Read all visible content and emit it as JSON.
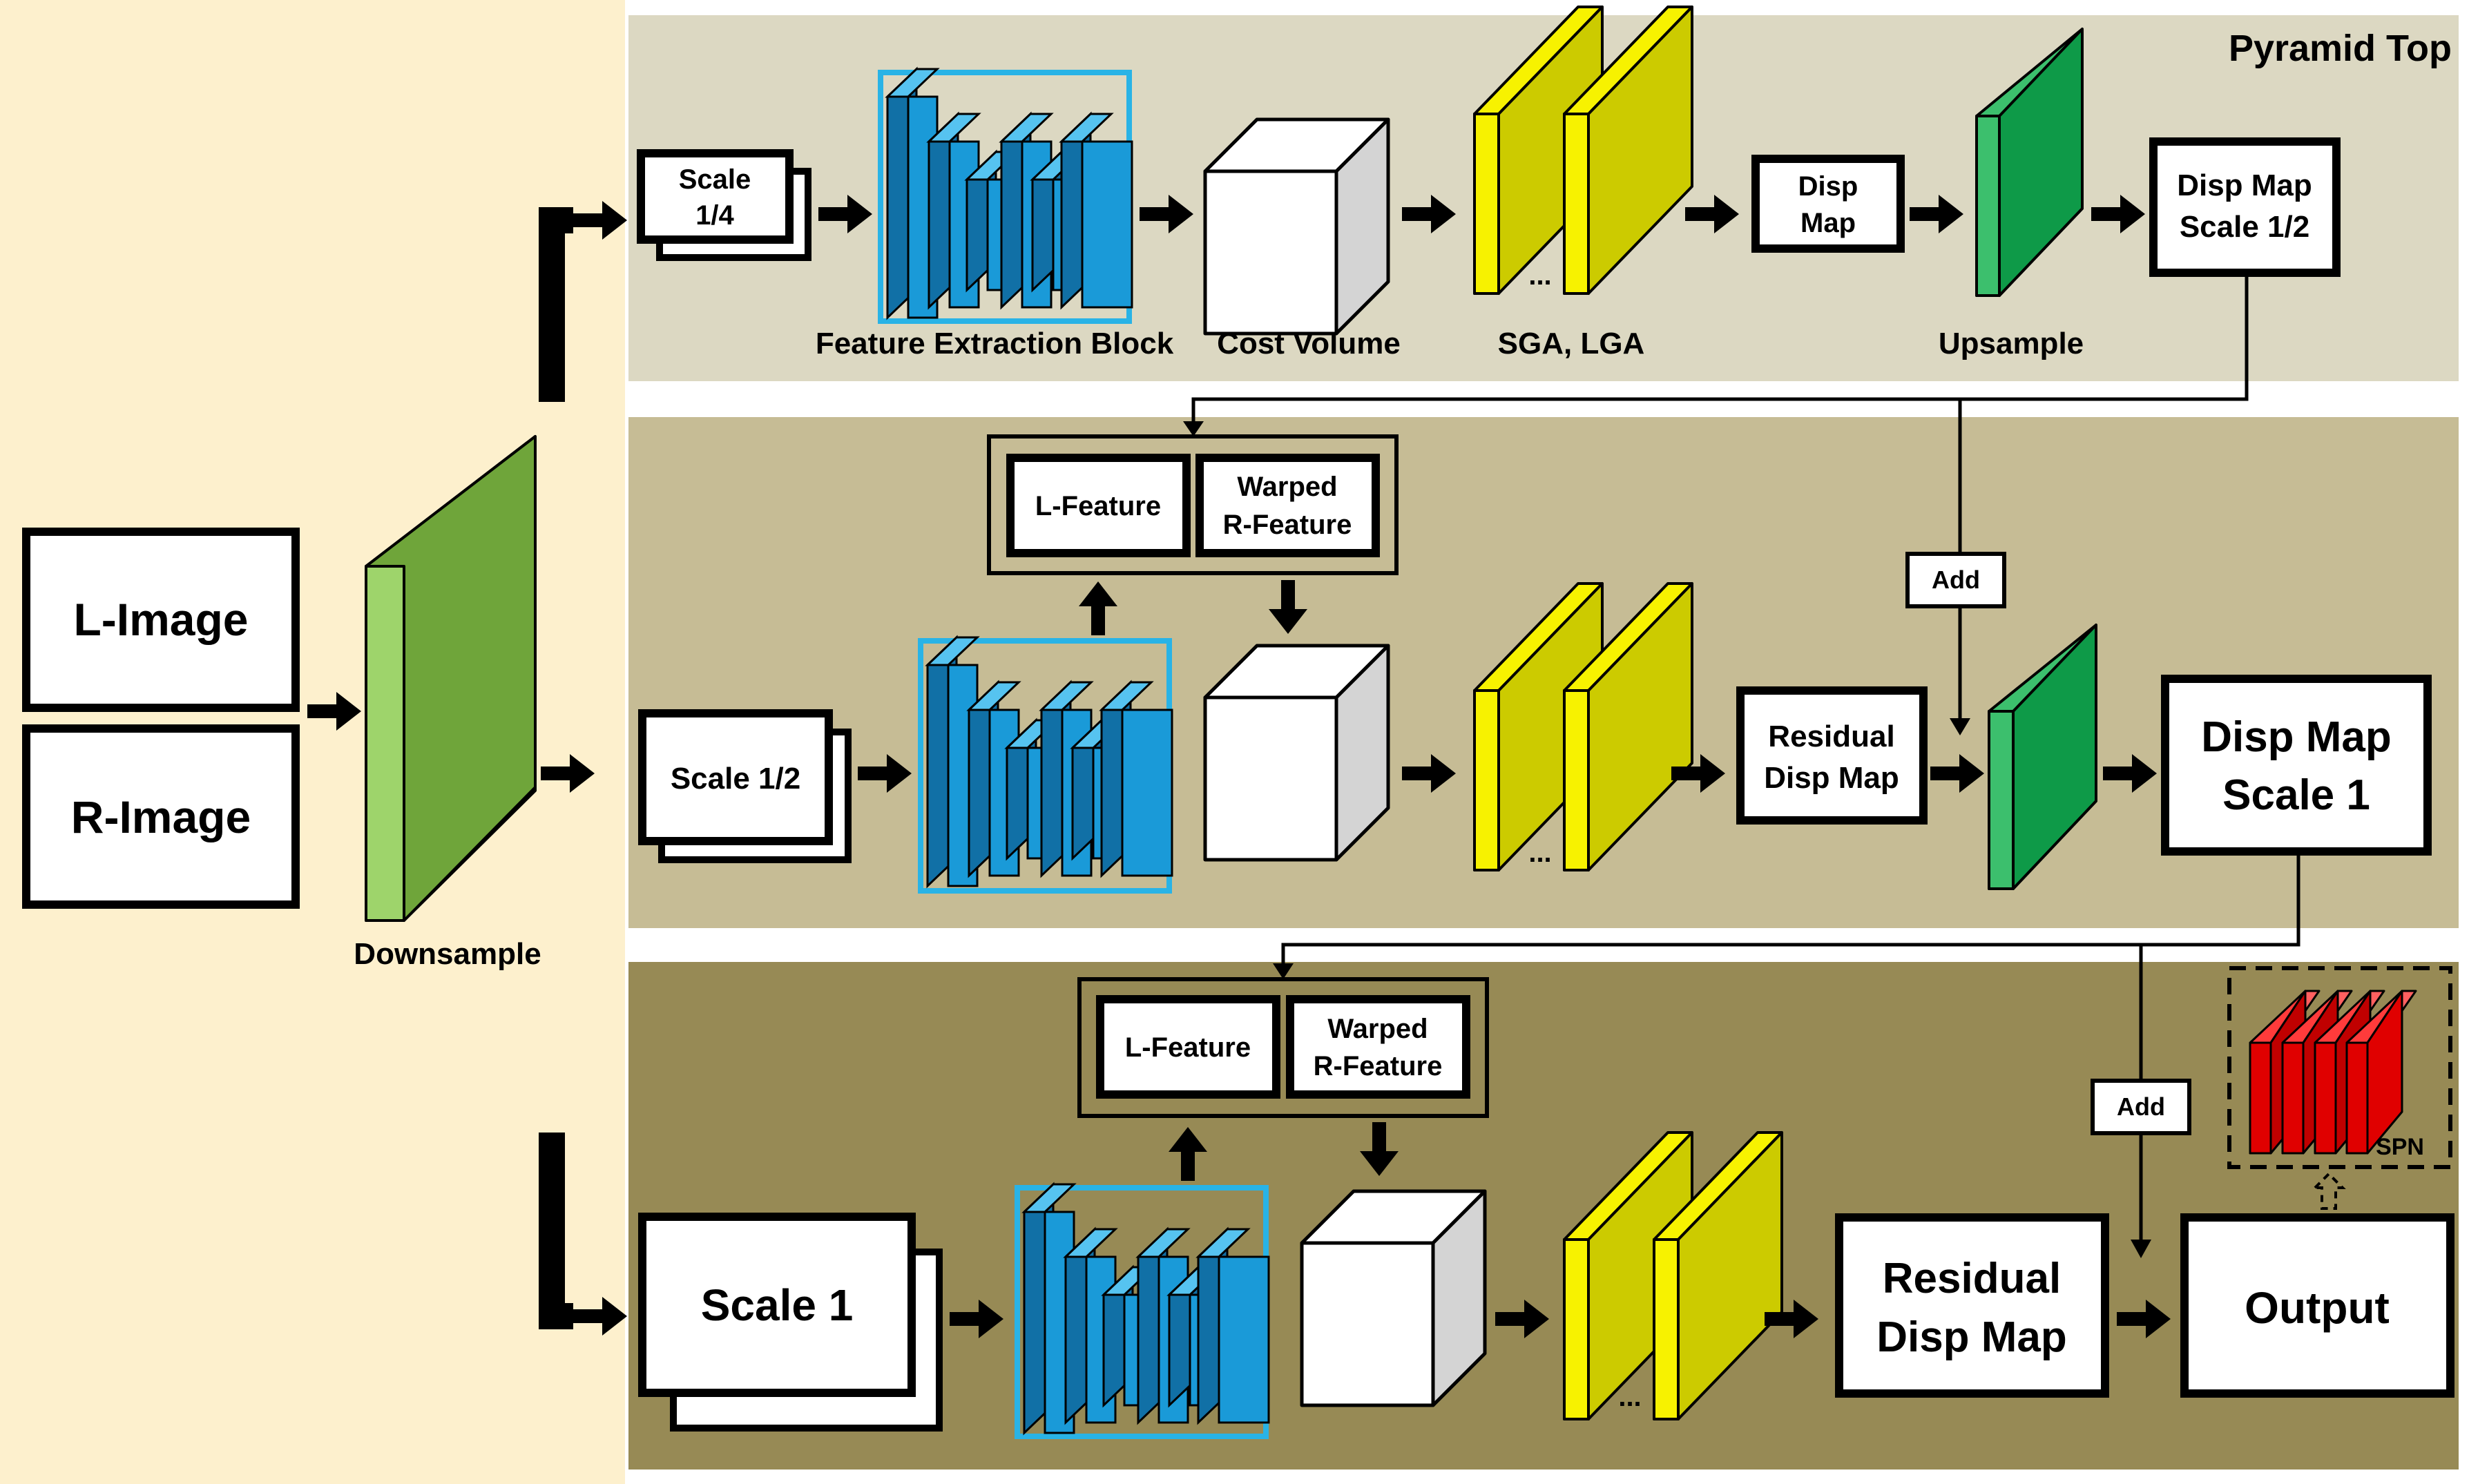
{
  "colors": {
    "left_panel": "#fdf0cd",
    "row_top": "#dcd8c2",
    "row_mid": "#c6bc95",
    "row_bottom": "#978a55",
    "feature_blue": "#1a9ad8",
    "sga_yellow": "#f7f200",
    "upsample_green": "#0e9a48",
    "downsample_green": "#6fa53a",
    "spn_red": "#e00000",
    "frame_cyan": "#29b3e6"
  },
  "input": {
    "l_image": "L-Image",
    "r_image": "R-Image",
    "downsample_label": "Downsample"
  },
  "row_top": {
    "title": "Pyramid Top",
    "scale_line1": "Scale",
    "scale_line2": "1/4",
    "feature_label": "Feature Extraction Block",
    "cost_label": "Cost Volume",
    "sga_label": "SGA, LGA",
    "disp_line1": "Disp",
    "disp_line2": "Map",
    "upsample_label": "Upsample",
    "out_line1": "Disp Map",
    "out_line2": "Scale 1/2",
    "ellipsis": "..."
  },
  "row_mid": {
    "scale": "Scale 1/2",
    "l_feature": "L-Feature",
    "warped_line1": "Warped",
    "warped_line2": "R-Feature",
    "residual_line1": "Residual",
    "residual_line2": "Disp Map",
    "add": "Add",
    "out_line1": "Disp Map",
    "out_line2": "Scale 1",
    "ellipsis": "..."
  },
  "row_bottom": {
    "scale": "Scale 1",
    "l_feature": "L-Feature",
    "warped_line1": "Warped",
    "warped_line2": "R-Feature",
    "residual_line1": "Residual",
    "residual_line2": "Disp Map",
    "add": "Add",
    "output": "Output",
    "spn": "SPN",
    "ellipsis": "..."
  }
}
